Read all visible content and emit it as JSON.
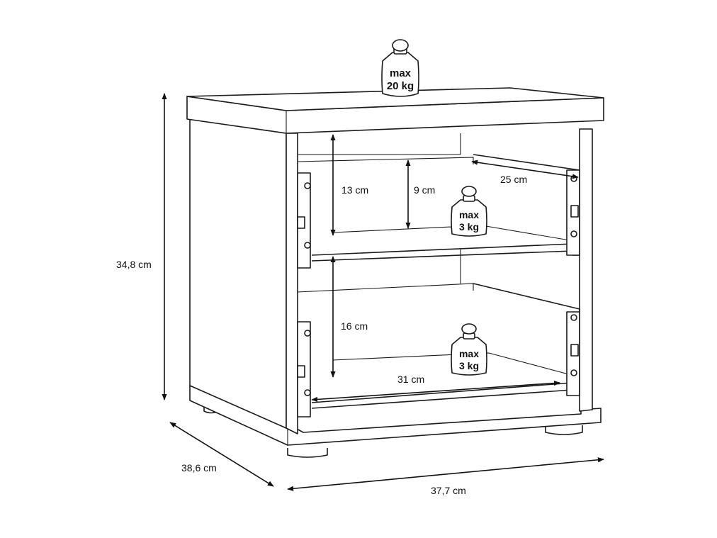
{
  "dimensions": {
    "height": "34,8 cm",
    "depth": "38,6 cm",
    "width": "37,7 cm",
    "top_compartment_height": "13 cm",
    "top_drawer_height": "9 cm",
    "drawer_depth": "25 cm",
    "bottom_compartment_height": "16 cm",
    "drawer_width": "31 cm"
  },
  "load_limits": {
    "top": {
      "line1": "max",
      "line2": "20 kg"
    },
    "drawer_top": {
      "line1": "max",
      "line2": "3 kg"
    },
    "drawer_bottom": {
      "line1": "max",
      "line2": "3 kg"
    }
  }
}
